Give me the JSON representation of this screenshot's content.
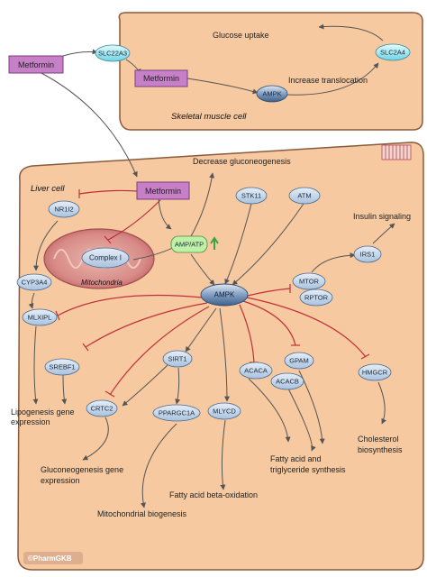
{
  "diagram": {
    "muscle_cell_label": "Skeletal muscle cell",
    "liver_cell_label": "Liver cell",
    "mitochondria_label": "Mitochondria",
    "watermark": "©PharmGKB",
    "drugs": {
      "outside": "Metformin",
      "muscle": "Metformin",
      "liver": "Metformin"
    },
    "nodes": {
      "slc22a3": "SLC22A3",
      "slc2a4": "SLC2A4",
      "ampk_muscle": "AMPK",
      "nr1i2": "NR1I2",
      "complex1": "Complex I",
      "amp_atp": "AMP/ATP",
      "stk11": "STK11",
      "atm": "ATM",
      "ampk": "AMPK",
      "cyp3a4": "CYP3A4",
      "mlxipl": "MLXIPL",
      "irs1": "IRS1",
      "mtor": "MTOR",
      "rptor": "RPTOR",
      "srebf1": "SREBF1",
      "sirt1": "SIRT1",
      "acaca": "ACACA",
      "gpam": "GPAM",
      "hmgcr": "HMGCR",
      "acacb": "ACACB",
      "crtc2": "CRTC2",
      "ppargc1a": "PPARGC1A",
      "mlycd": "MLYCD"
    },
    "outcomes": {
      "glucose_uptake": "Glucose uptake",
      "increase_translocation": "Increase translocation",
      "decrease_gluconeogenesis": "Decrease gluconeogenesis",
      "insulin_signaling": "Insulin signaling",
      "lipogenesis_1": "Lipogenesis gene",
      "lipogenesis_2": "expression",
      "gluconeogenesis_1": "Gluconeogenesis gene",
      "gluconeogenesis_2": "expression",
      "fatty_acid_beta_oxidation": "Fatty acid beta-oxidation",
      "mitochondrial_biogenesis": "Mitochondrial biogenesis",
      "fatty_acid_1": "Fatty acid and",
      "fatty_acid_2": "triglyceride synthesis",
      "cholesterol_1": "Cholesterol",
      "cholesterol_2": "biosynthesis"
    },
    "colors": {
      "cell_fill": "#f6c9a0",
      "cell_stroke": "#8a5a3c",
      "drug_box": "#c77fc7",
      "node_fill": "#b8cfe6",
      "ampk_fill": "#6f8fb8",
      "amp_atp_fill": "#bff0a8",
      "slc_fill": "#9fe3ee",
      "inhibit": "#c0303a",
      "arrow": "#555555",
      "up_arrow": "#3aa43a"
    }
  }
}
